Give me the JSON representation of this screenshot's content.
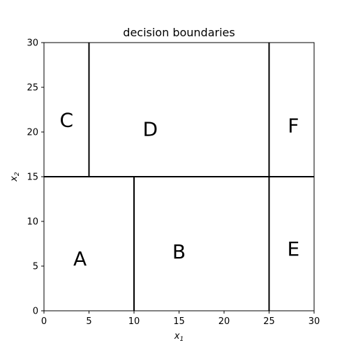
{
  "chart_data": {
    "type": "diagram",
    "title": "decision boundaries",
    "xlabel": {
      "base": "x",
      "sub": "1"
    },
    "ylabel": {
      "base": "x",
      "sub": "2"
    },
    "xlim": [
      0,
      30
    ],
    "ylim": [
      0,
      30
    ],
    "xticks": [
      "0",
      "5",
      "10",
      "15",
      "20",
      "25",
      "30"
    ],
    "yticks": [
      "0",
      "5",
      "10",
      "15",
      "20",
      "25",
      "30"
    ],
    "boundaries": [
      {
        "orientation": "horizontal",
        "at": 15,
        "from": 0,
        "to": 30
      },
      {
        "orientation": "vertical",
        "at": 10,
        "from": 0,
        "to": 15
      },
      {
        "orientation": "vertical",
        "at": 25,
        "from": 0,
        "to": 30
      },
      {
        "orientation": "vertical",
        "at": 5,
        "from": 15,
        "to": 30
      }
    ],
    "regions": [
      {
        "label": "A",
        "x": 4,
        "y": 5.7
      },
      {
        "label": "B",
        "x": 15,
        "y": 6.5
      },
      {
        "label": "C",
        "x": 2.5,
        "y": 21.2
      },
      {
        "label": "D",
        "x": 11.8,
        "y": 20.2
      },
      {
        "label": "E",
        "x": 27.7,
        "y": 6.8
      },
      {
        "label": "F",
        "x": 27.7,
        "y": 20.6
      }
    ],
    "line_color": "#000000"
  }
}
